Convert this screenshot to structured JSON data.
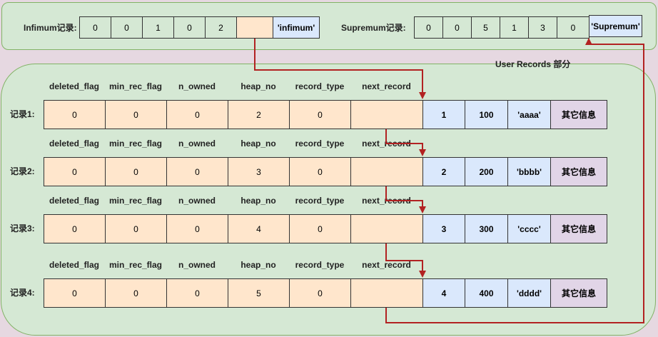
{
  "infimum": {
    "label": "Infimum记录:",
    "values": [
      "0",
      "0",
      "1",
      "0",
      "2",
      "",
      "'infimum'"
    ]
  },
  "supremum": {
    "label": "Supremum记录:",
    "values": [
      "0",
      "0",
      "5",
      "1",
      "3",
      "0",
      "'Supremum'"
    ]
  },
  "user_records": {
    "title": "User Records 部分",
    "headers": [
      "deleted_flag",
      "min_rec_flag",
      "n_owned",
      "heap_no",
      "record_type",
      "next_record"
    ],
    "rows": [
      {
        "label": "记录1:",
        "header_values": [
          "0",
          "0",
          "0",
          "2",
          "0",
          ""
        ],
        "id": "1",
        "value": "100",
        "name": "'aaaa'",
        "other": "其它信息"
      },
      {
        "label": "记录2:",
        "header_values": [
          "0",
          "0",
          "0",
          "3",
          "0",
          ""
        ],
        "id": "2",
        "value": "200",
        "name": "'bbbb'",
        "other": "其它信息"
      },
      {
        "label": "记录3:",
        "header_values": [
          "0",
          "0",
          "0",
          "4",
          "0",
          ""
        ],
        "id": "3",
        "value": "300",
        "name": "'cccc'",
        "other": "其它信息"
      },
      {
        "label": "记录4:",
        "header_values": [
          "0",
          "0",
          "0",
          "5",
          "0",
          ""
        ],
        "id": "4",
        "value": "400",
        "name": "'dddd'",
        "other": "其它信息"
      }
    ]
  },
  "colors": {
    "panel_fill": "#d5e8d4",
    "panel_border": "#82b366",
    "header_cell": "#ffe6cc",
    "data_cell": "#dae8fc",
    "other_cell": "#e1d5e7",
    "arrow": "#b22222",
    "background": "#e6d8e1"
  }
}
